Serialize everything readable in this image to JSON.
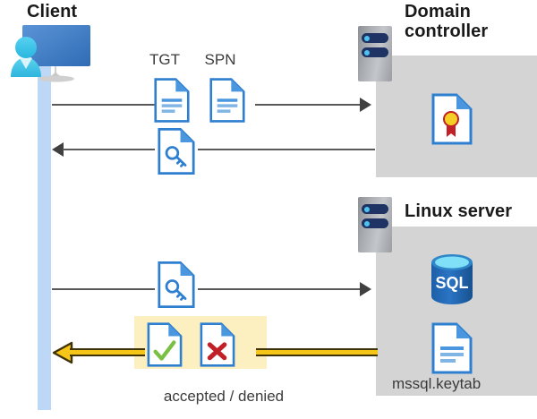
{
  "diagram": {
    "title_client": "Client",
    "title_domain_controller": "Domain controller",
    "title_linux_server": "Linux server",
    "labels": {
      "tgt": "TGT",
      "spn": "SPN",
      "accepted_denied": "accepted / denied",
      "mssql_keytab": "mssql.keytab",
      "sql_text": "SQL"
    },
    "icons": {
      "client": "client-workstation-icon",
      "server_dc": "server-rack-icon",
      "server_linux": "server-rack-icon",
      "tgt_doc": "document-icon",
      "spn_doc": "document-icon",
      "ticket_doc_1": "document-key-icon",
      "ticket_doc_2": "document-key-icon",
      "certificate": "certificate-document-icon",
      "database": "sql-database-icon",
      "keytab_doc": "document-icon",
      "accepted_doc": "document-check-icon",
      "denied_doc": "document-x-icon"
    },
    "flows": [
      {
        "id": "flow-tgt-spn-request",
        "direction": "right",
        "from": "Client",
        "to": "Domain controller"
      },
      {
        "id": "flow-ticket-response",
        "direction": "left",
        "from": "Domain controller",
        "to": "Client"
      },
      {
        "id": "flow-ticket-presented",
        "direction": "right",
        "from": "Client",
        "to": "Linux server"
      },
      {
        "id": "flow-auth-result",
        "direction": "left",
        "from": "Linux server",
        "to": "Client"
      }
    ],
    "colors": {
      "lifeline": "#bdd8f7",
      "panel": "#d4d4d4",
      "highlight": "#fdf0c0",
      "accent_blue": "#2f7fd1",
      "yellow_arrow": "#f5c518",
      "line": "#595959",
      "check_green": "#7ac143",
      "cross_red": "#c02026"
    }
  }
}
